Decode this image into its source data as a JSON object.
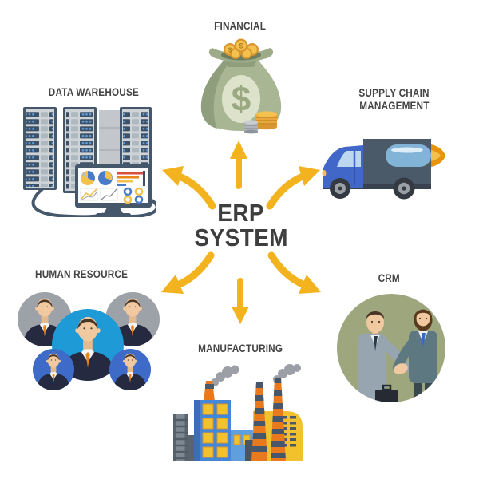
{
  "diagram": {
    "type": "hub-and-spoke",
    "center": {
      "line1": "ERP",
      "line2": "SYSTEM"
    },
    "nodes": [
      {
        "id": "financial",
        "label": "FINANCIAL",
        "icon": "money-bag-icon",
        "position": "top",
        "symbol": "$"
      },
      {
        "id": "data-warehouse",
        "label": "DATA WAREHOUSE",
        "icon": "server-rack-monitor-icon",
        "position": "top-left"
      },
      {
        "id": "supply-chain-management",
        "label": "SUPPLY CHAIN MANAGEMENT",
        "label_lines": [
          "SUPPLY CHAIN",
          "MANAGEMENT"
        ],
        "icon": "delivery-truck-icon",
        "position": "top-right"
      },
      {
        "id": "human-resource",
        "label": "HUMAN RESOURCE",
        "icon": "team-avatars-icon",
        "position": "bottom-left"
      },
      {
        "id": "crm",
        "label": "CRM",
        "icon": "handshake-icon",
        "position": "bottom-right"
      },
      {
        "id": "manufacturing",
        "label": "MANUFACTURING",
        "icon": "factory-icon",
        "position": "bottom"
      }
    ],
    "arrows": [
      "up",
      "up-left",
      "up-right",
      "down",
      "down-left",
      "down-right"
    ]
  },
  "colors": {
    "background": "#FFFFFF",
    "arrow": "#F2B31E",
    "label_text": "#454545",
    "center_text": "#3E3E3E",
    "money_bag_green": "#A9B694",
    "coin_gold": "#E8A83C",
    "server_frame": "#44576B",
    "truck_cab_blue": "#4168C8",
    "truck_box_slate": "#4A5A68",
    "bullet_tip_orange": "#E8930C",
    "hr_gray_circle": "#9DA2A8",
    "hr_blue_circle": "#1E9AD7",
    "hr_royal_circle": "#3E6BC8",
    "crm_olive_circle": "#9EA67E",
    "factory_blue": "#4587D7",
    "factory_yellow": "#F2C12E",
    "chimney_orange": "#E8791C",
    "smoke_gray": "#9CA0A6"
  }
}
